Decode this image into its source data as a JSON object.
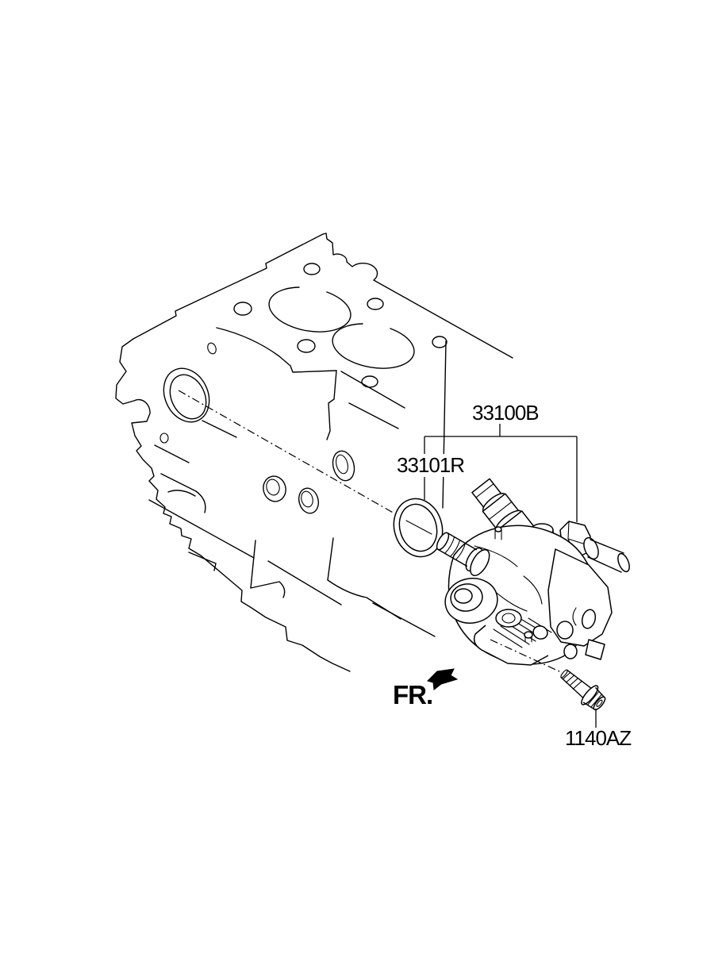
{
  "colors": {
    "background": "#ffffff",
    "line": "#000000"
  },
  "labels": {
    "pump_assembly": "33100B",
    "o_ring": "33101R",
    "bolt": "1140AZ",
    "front_indicator": "FR."
  }
}
